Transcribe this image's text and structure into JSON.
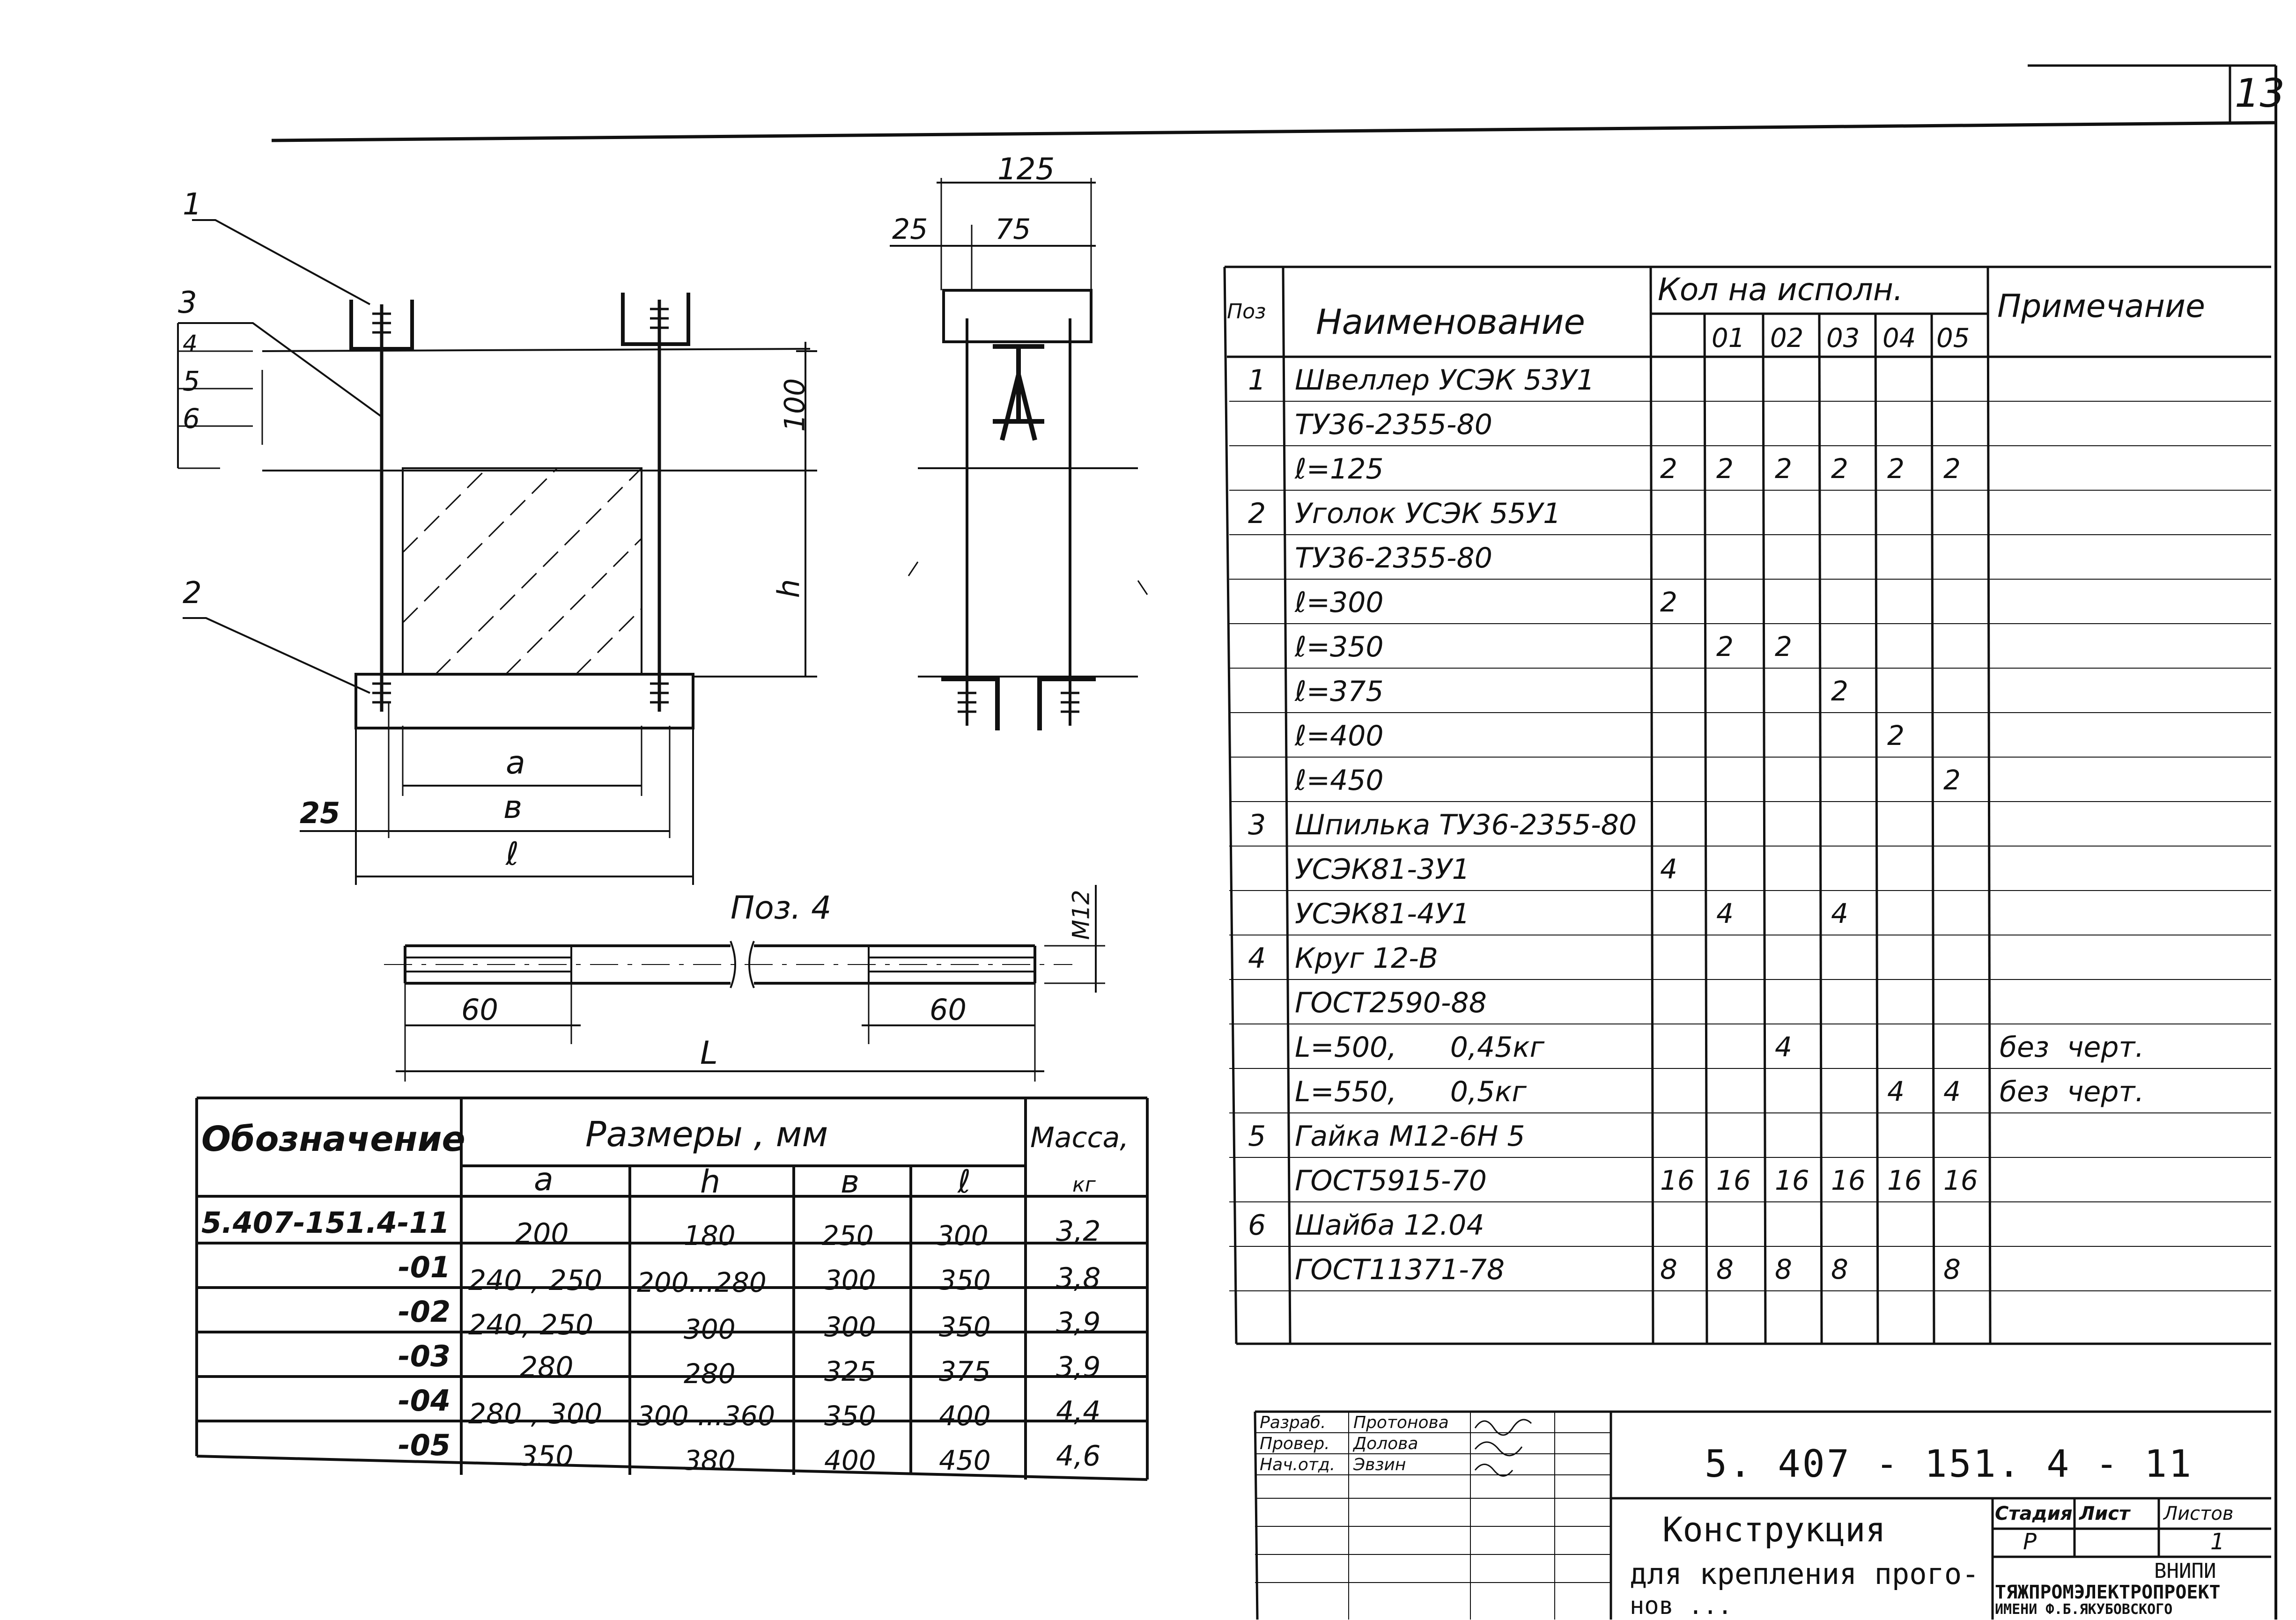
{
  "sheet": {
    "page_number": "13"
  },
  "drawing": {
    "callouts": [
      "1",
      "3",
      "4",
      "5",
      "6",
      "2"
    ],
    "dims": {
      "d100": "100",
      "dh": "h",
      "da": "a",
      "db": "в",
      "dl": "ℓ",
      "d25": "25",
      "top125": "125",
      "top25": "25",
      "top75": "75"
    },
    "pos4": {
      "title": "Поз. 4",
      "m12": "М12",
      "left60": "60",
      "right60": "60",
      "L": "L"
    }
  },
  "sizes_table": {
    "header": {
      "designation": "Обозначение",
      "dimensions": "Размеры , мм",
      "mass_line1": "Масса,",
      "mass_line2": "кг",
      "a": "а",
      "h": "h",
      "b": "в",
      "l": "ℓ"
    },
    "rows": [
      {
        "code": "5.407-151.4-11",
        "a": "200",
        "h": "180",
        "b": "250",
        "l": "300",
        "mass": "3,2"
      },
      {
        "code": "-01",
        "a": "240 , 250",
        "h": "200...280",
        "b": "300",
        "l": "350",
        "mass": "3,8"
      },
      {
        "code": "-02",
        "a": "240, 250",
        "h": "300",
        "b": "300",
        "l": "350",
        "mass": "3,9"
      },
      {
        "code": "-03",
        "a": "280",
        "h": "280",
        "b": "325",
        "l": "375",
        "mass": "3,9"
      },
      {
        "code": "-04",
        "a": "280 , 300",
        "h": "300 ...360",
        "b": "350",
        "l": "400",
        "mass": "4,4"
      },
      {
        "code": "-05",
        "a": "350",
        "h": "380",
        "b": "400",
        "l": "450",
        "mass": "4,6"
      }
    ]
  },
  "spec_table": {
    "header": {
      "pos": "Поз",
      "name": "Наименование",
      "qty": "Кол на исполн.",
      "note": "Примечание",
      "cols": [
        "01",
        "02",
        "03",
        "04",
        "05"
      ]
    },
    "rows": [
      {
        "pos": "1",
        "name": "Швеллер УСЭК 53У1",
        "q": [
          "",
          "",
          "",
          "",
          "",
          ""
        ],
        "note": ""
      },
      {
        "pos": "",
        "name": "ТУ36-2355-80",
        "q": [
          "",
          "",
          "",
          "",
          "",
          ""
        ],
        "note": ""
      },
      {
        "pos": "",
        "name": "ℓ=125",
        "q": [
          "2",
          "2",
          "2",
          "2",
          "2",
          "2"
        ],
        "note": ""
      },
      {
        "pos": "2",
        "name": "Уголок УСЭК 55У1",
        "q": [
          "",
          "",
          "",
          "",
          "",
          ""
        ],
        "note": ""
      },
      {
        "pos": "",
        "name": "ТУ36-2355-80",
        "q": [
          "",
          "",
          "",
          "",
          "",
          ""
        ],
        "note": ""
      },
      {
        "pos": "",
        "name": "ℓ=300",
        "q": [
          "2",
          "",
          "",
          "",
          "",
          ""
        ],
        "note": ""
      },
      {
        "pos": "",
        "name": "ℓ=350",
        "q": [
          "",
          "2",
          "2",
          "",
          "",
          ""
        ],
        "note": ""
      },
      {
        "pos": "",
        "name": "ℓ=375",
        "q": [
          "",
          "",
          "",
          "2",
          "",
          ""
        ],
        "note": ""
      },
      {
        "pos": "",
        "name": "ℓ=400",
        "q": [
          "",
          "",
          "",
          "",
          "2",
          ""
        ],
        "note": ""
      },
      {
        "pos": "",
        "name": "ℓ=450",
        "q": [
          "",
          "",
          "",
          "",
          "",
          "2"
        ],
        "note": ""
      },
      {
        "pos": "3",
        "name": "Шпилька ТУ36-2355-80",
        "q": [
          "",
          "",
          "",
          "",
          "",
          ""
        ],
        "note": ""
      },
      {
        "pos": "",
        "name": "УСЭК81-3У1",
        "q": [
          "4",
          "",
          "",
          "",
          "",
          ""
        ],
        "note": ""
      },
      {
        "pos": "",
        "name": "УСЭК81-4У1",
        "q": [
          "",
          "4",
          "",
          "4",
          "",
          ""
        ],
        "note": ""
      },
      {
        "pos": "4",
        "name": "Круг 12-В",
        "q": [
          "",
          "",
          "",
          "",
          "",
          ""
        ],
        "note": ""
      },
      {
        "pos": "",
        "name": "ГОСТ2590-88",
        "q": [
          "",
          "",
          "",
          "",
          "",
          ""
        ],
        "note": ""
      },
      {
        "pos": "",
        "name": "L=500,      0,45кг",
        "q": [
          "",
          "",
          "4",
          "",
          "",
          ""
        ],
        "note": "без  черт."
      },
      {
        "pos": "",
        "name": "L=550,      0,5кг",
        "q": [
          "",
          "",
          "",
          "",
          "4",
          "4"
        ],
        "note": "без  черт."
      },
      {
        "pos": "5",
        "name": "Гайка М12-6Н 5",
        "q": [
          "",
          "",
          "",
          "",
          "",
          ""
        ],
        "note": ""
      },
      {
        "pos": "",
        "name": "ГОСТ5915-70",
        "q": [
          "16",
          "16",
          "16",
          "16",
          "16",
          "16"
        ],
        "note": ""
      },
      {
        "pos": "6",
        "name": "Шайба 12.04",
        "q": [
          "",
          "",
          "",
          "",
          "",
          ""
        ],
        "note": ""
      },
      {
        "pos": "",
        "name": "ГОСТ11371-78",
        "q": [
          "8",
          "8",
          "8",
          "8",
          "",
          "8"
        ],
        "note": ""
      },
      {
        "pos": "",
        "name": "",
        "q": [
          "",
          "",
          "",
          "",
          "",
          ""
        ],
        "note": ""
      }
    ]
  },
  "title_block": {
    "signatures": [
      {
        "role": "Разраб.",
        "name": "Протонова"
      },
      {
        "role": "Провер.",
        "name": "Долова"
      },
      {
        "role": "Нач.отд.",
        "name": "Эвзин"
      }
    ],
    "doc_code": "5. 407 - 151. 4 - 11",
    "title_line1": "Конструкция",
    "title_line2": "для крепления прого-",
    "title_line3": "нов ...",
    "stage_label": "Стадия",
    "sheet_label": "Лист",
    "sheets_label": "Листов",
    "stage_value": "Р",
    "sheets_value": "1",
    "org_line1": "ВНИПИ",
    "org_line2": "ТЯЖПРОМЭЛЕКТРОПРОЕКТ",
    "org_line3": "ИМЕНИ Ф.Б.ЯКУБОВСКОГО"
  }
}
